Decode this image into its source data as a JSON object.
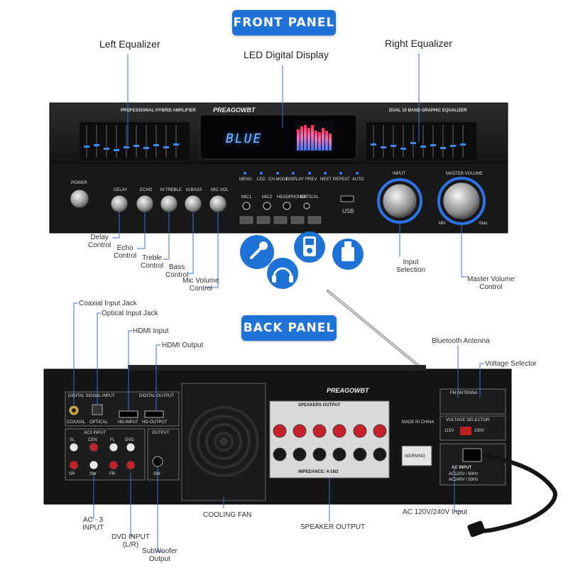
{
  "headers": {
    "front_panel": "FRONT PANEL",
    "back_panel": "BACK PANEL"
  },
  "front_labels": {
    "left_equalizer": "Left Equalizer",
    "led_display": "LED Digital Display",
    "right_equalizer": "Right Equalizer",
    "delay_control": "Delay\nControl",
    "echo_control": "Echo\nControl",
    "treble_control": "Treble\nControl",
    "bass_control": "Bass\nControl",
    "mic_volume_control": "Mic Volume\nControl",
    "input_selection": "Input\nSelection",
    "master_volume_control": "Master Volume\nControl"
  },
  "back_labels": {
    "coaxial_input_jack": "Coaxial Input Jack",
    "optical_input_jack": "Optical Input Jack",
    "hdmi_input": "HDMI Input",
    "hdmi_output": "HDMI Output",
    "bluetooth_antenna": "Bluetooth Antenna",
    "voltage_selector": "Voltage Selector",
    "ac_3_input": "AC - 3\nINPUT",
    "cooling_fan": "COOLING FAN",
    "speaker_output": "SPEAKER OUTPUT",
    "ac_input": "AC 120V/240V Input",
    "dvd_input": "DVD INPUT\n(L/R)",
    "subwoofer_output": "SubWoofer\nOutput"
  },
  "front_panel_print": {
    "brand": "PREAGOWBT",
    "title_left": "PROFESSIONAL HYBRID AMPLIFIER",
    "title_right": "DUAL 10 BAND GRAPHIC EQUALIZER",
    "display_text": "BLUE",
    "power": "POWER",
    "knobs": [
      "DELAY",
      "ECHO",
      "M.TREBLE",
      "M.BASS",
      "MIC.VOL"
    ],
    "buttons": [
      "MENU",
      "LED",
      "CH.MODE",
      "DISPLAY",
      "PREV",
      "NEXT",
      "REPEAT",
      "AUTO"
    ],
    "jacks": [
      "MIC1",
      "MIC2",
      "HEADPHONES",
      "OPTICAL"
    ],
    "usb": "USB",
    "input_knob": "INPUT",
    "master_knob": "MASTER VOLUME",
    "min": "Min",
    "max": "Max"
  },
  "back_panel_print": {
    "brand": "PREAGOWBT",
    "digital_signal_input": "DIGITAL SIGNAL INPUT",
    "digital_output": "DIGITAL OUTPUT",
    "coaxial": "COAXIAL",
    "optical": "OPTICAL",
    "hd_input": "HD-INPUT",
    "hd_output": "HD-OUTPUT",
    "ac3_input": "AC3 INPUT",
    "output": "OUTPUT",
    "sl": "SL",
    "cen": "CEN",
    "fl": "FL",
    "dvd": "DVD",
    "sr": "SR",
    "sw": "SW",
    "fr": "FR",
    "speakers_output": "SPEAKERS OUTPUT",
    "impedance": "IMPEDANCE: 4-16Ω",
    "made_in_china": "MADE IN CHINA",
    "fm_antenna": "FM ANTENNA",
    "voltage_selector": "VOLTAGE SELECTOR",
    "v115": "115V",
    "v230": "230V",
    "ac_input": "AC INPUT",
    "ac_spec1": "AC120V / 60Hz",
    "ac_spec2": "AC240V / 50Hz",
    "warning": "WARNING"
  },
  "colors": {
    "accent": "#1f73d6",
    "panel": "#1a1a1a",
    "speaker_red": "#c8202a"
  },
  "icons": [
    "microphone-icon",
    "headphones-icon",
    "ipod-icon",
    "usb-drive-icon"
  ]
}
